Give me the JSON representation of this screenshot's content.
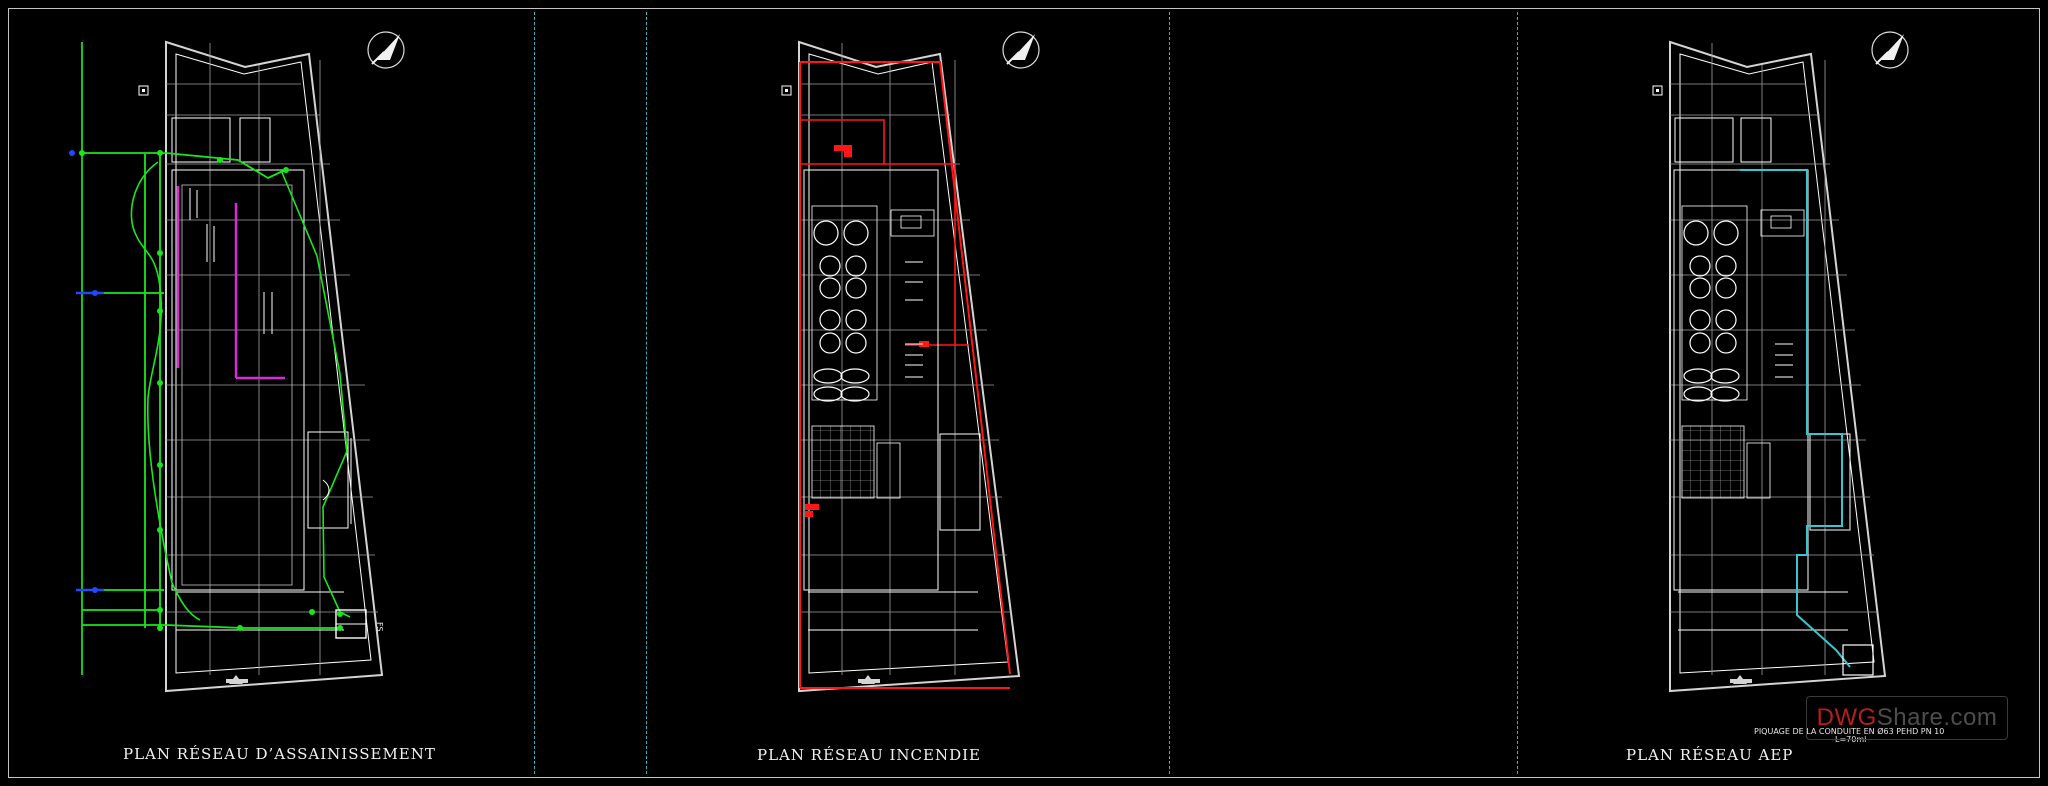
{
  "titles": {
    "sanitation": "PLAN  RÉSEAU  D’ASSAINISSEMENT",
    "fire": "PLAN  RÉSEAU  INCENDIE",
    "aep": "PLAN  RÉSEAU  AEP"
  },
  "notes": {
    "aep_line1": "PIQUAGE DE LA CONDUITE EN Ø63 PEHD PN 10",
    "aep_line2": "L=70ml",
    "sidemark": "FS"
  },
  "watermark": {
    "brand": "DWG",
    "rest": "Share.com"
  },
  "icons": {
    "north": "north-arrow-icon"
  },
  "colors": {
    "background": "#000000",
    "frame": "#c4c4c4",
    "divider": "#34aeb8",
    "sanitation_green": "#18e81b",
    "sanitation_blue": "#1f49ff",
    "sanitation_magenta": "#d82ad6",
    "fire_red": "#ff1616",
    "aep_cyan": "#39c5cf"
  }
}
